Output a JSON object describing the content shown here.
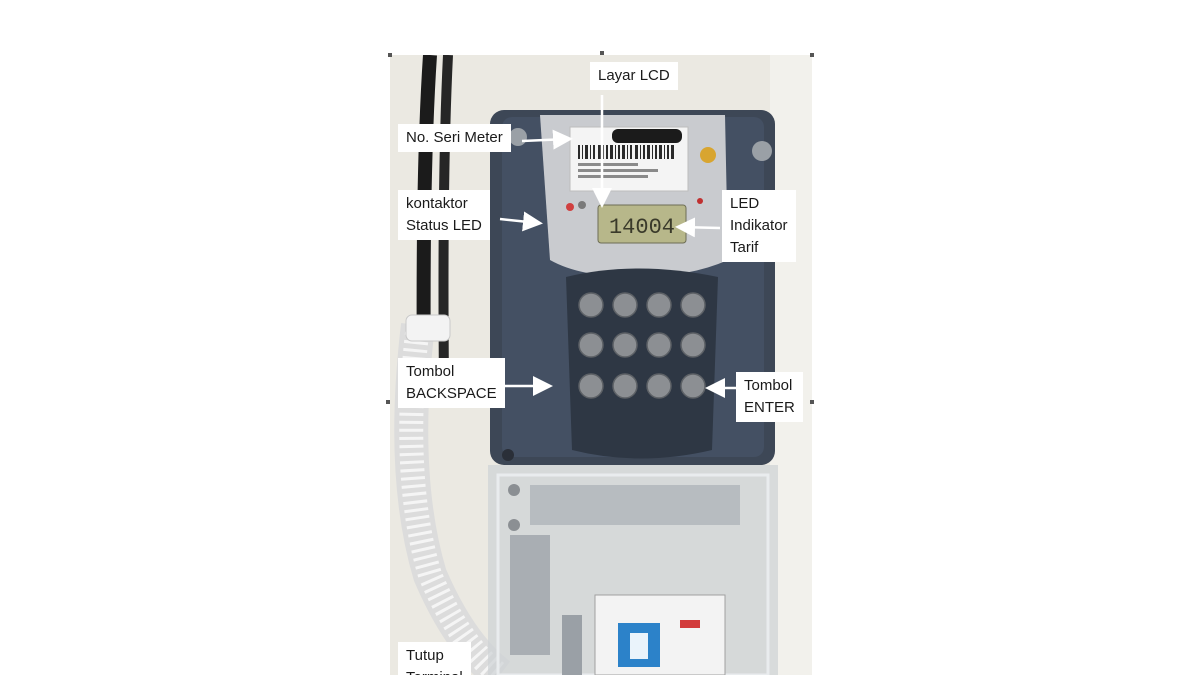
{
  "labels": {
    "layar_lcd": "Layar LCD",
    "no_seri_meter": "No. Seri Meter",
    "kontaktor_line1": "kontaktor",
    "kontaktor_line2": "Status LED",
    "led_line1": "LED",
    "led_line2": "Indikator",
    "led_line3": "Tarif",
    "backspace_line1": "Tombol",
    "backspace_line2": "BACKSPACE",
    "enter_line1": "Tombol",
    "enter_line2": "ENTER",
    "tutup_line1": "Tutup",
    "tutup_line2": "Terminal"
  },
  "lcd_reading": "14004",
  "colors": {
    "meter_body": "#3d4756",
    "lcd_background": "#b7b78a",
    "key": "#8c8f93",
    "arrow": "#ffffff"
  },
  "icons": [
    "arrow-icon"
  ]
}
